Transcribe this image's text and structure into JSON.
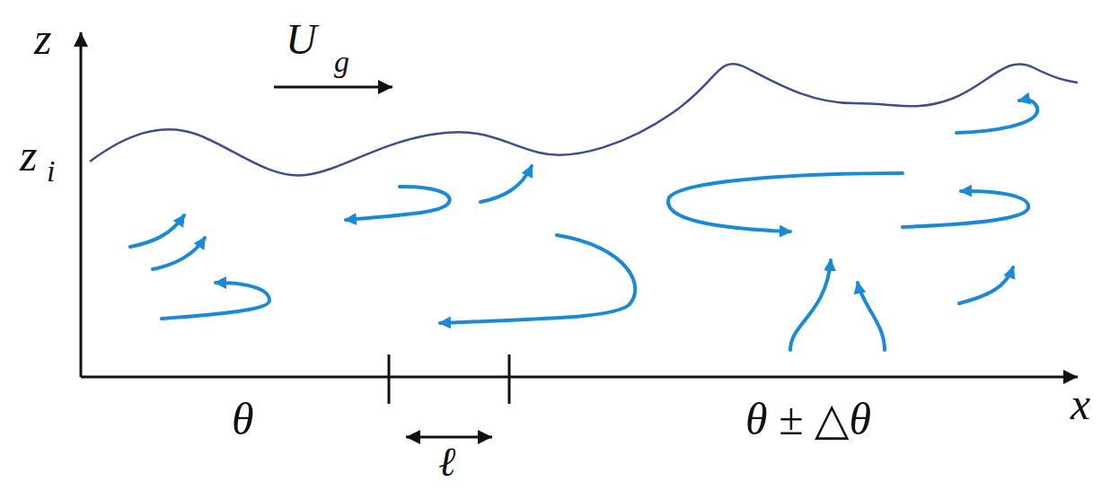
{
  "diagram": {
    "labels": [
      "z",
      "U",
      "g",
      "z",
      "i",
      "θ",
      "ℓ",
      "θ ± △θ",
      "x"
    ]
  }
}
